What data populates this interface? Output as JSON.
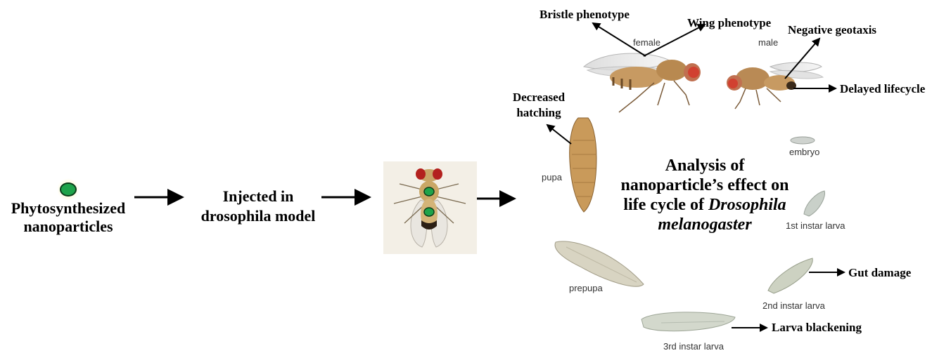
{
  "left": {
    "nanoparticles_line1": "Phytosynthesized",
    "nanoparticles_line2": "nanoparticles",
    "injected_line1": "Injected in",
    "injected_line2": "drosophila model"
  },
  "center_title": {
    "line1": "Analysis of",
    "line2": "nanoparticle’s effect on",
    "line3_prefix": "life cycle of ",
    "line3_italic": "Drosophila",
    "line4_italic": "melanogaster"
  },
  "stages": {
    "female": "female",
    "male": "male",
    "embryo": "embryo",
    "instar1": "1st instar larva",
    "instar2": "2nd instar larva",
    "instar3": "3rd instar larva",
    "prepupa": "prepupa",
    "pupa": "pupa"
  },
  "effects": {
    "bristle": "Bristle phenotype",
    "wing": "Wing phenotype",
    "geotaxis": "Negative geotaxis",
    "lifecycle": "Delayed lifecycle",
    "hatching_line1": "Decreased",
    "hatching_line2": "hatching",
    "gut": "Gut damage",
    "blackening": "Larva blackening"
  },
  "colors": {
    "nanoparticle_green": "#1fa34a",
    "nanoparticle_glow": "#fff2a0",
    "fly_eye": "#c0201e"
  }
}
